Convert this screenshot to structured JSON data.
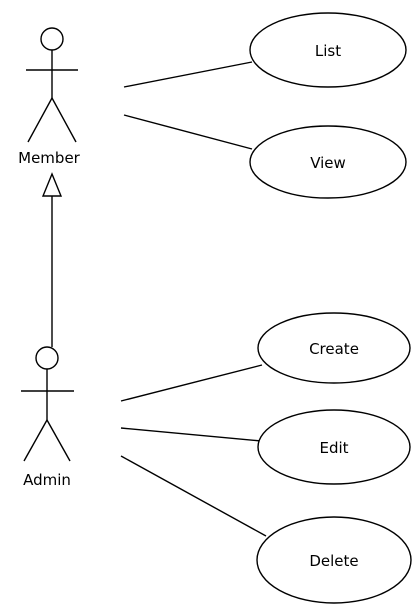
{
  "diagram": {
    "actors": [
      {
        "id": "member",
        "label": "Member"
      },
      {
        "id": "admin",
        "label": "Admin"
      }
    ],
    "use_cases": [
      {
        "id": "list",
        "label": "List"
      },
      {
        "id": "view",
        "label": "View"
      },
      {
        "id": "create",
        "label": "Create"
      },
      {
        "id": "edit",
        "label": "Edit"
      },
      {
        "id": "delete",
        "label": "Delete"
      }
    ],
    "associations": [
      {
        "from": "member",
        "to": "list"
      },
      {
        "from": "member",
        "to": "view"
      },
      {
        "from": "admin",
        "to": "create"
      },
      {
        "from": "admin",
        "to": "edit"
      },
      {
        "from": "admin",
        "to": "delete"
      }
    ],
    "generalizations": [
      {
        "child": "admin",
        "parent": "member"
      }
    ]
  }
}
